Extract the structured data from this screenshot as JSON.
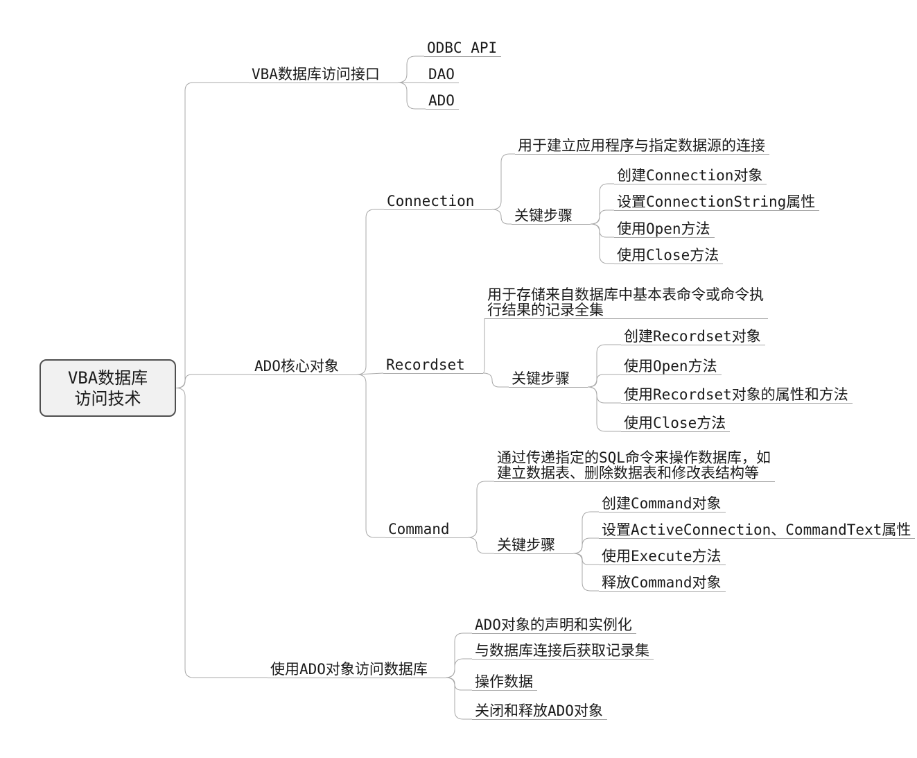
{
  "root": {
    "label": "VBA数据库\n访问技术"
  },
  "branches": [
    {
      "label": "VBA数据库访问接口",
      "children": [
        {
          "label": "ODBC API"
        },
        {
          "label": "DAO"
        },
        {
          "label": "ADO"
        }
      ]
    },
    {
      "label": "ADO核心对象",
      "children": [
        {
          "label": "Connection",
          "description": "用于建立应用程序与指定数据源的连接",
          "steps_label": "关键步骤",
          "steps": [
            "创建Connection对象",
            "设置ConnectionString属性",
            "使用Open方法",
            "使用Close方法"
          ]
        },
        {
          "label": "Recordset",
          "description": "用于存储来自数据库中基本表命令或命令执\n行结果的记录全集",
          "steps_label": "关键步骤",
          "steps": [
            "创建Recordset对象",
            "使用Open方法",
            "使用Recordset对象的属性和方法",
            "使用Close方法"
          ]
        },
        {
          "label": "Command",
          "description": "通过传递指定的SQL命令来操作数据库，如\n建立数据表、删除数据表和修改表结构等",
          "steps_label": "关键步骤",
          "steps": [
            "创建Command对象",
            "设置ActiveConnection、CommandText属性",
            "使用Execute方法",
            "释放Command对象"
          ]
        }
      ]
    },
    {
      "label": "使用ADO对象访问数据库",
      "children": [
        {
          "label": "ADO对象的声明和实例化"
        },
        {
          "label": "与数据库连接后获取记录集"
        },
        {
          "label": "操作数据"
        },
        {
          "label": "关闭和释放ADO对象"
        }
      ]
    }
  ],
  "colors": {
    "connector": "#a8a8a8",
    "text": "#1a1a1a",
    "root_fill": "#f1f1f1",
    "root_border": "#4f4f4f"
  }
}
